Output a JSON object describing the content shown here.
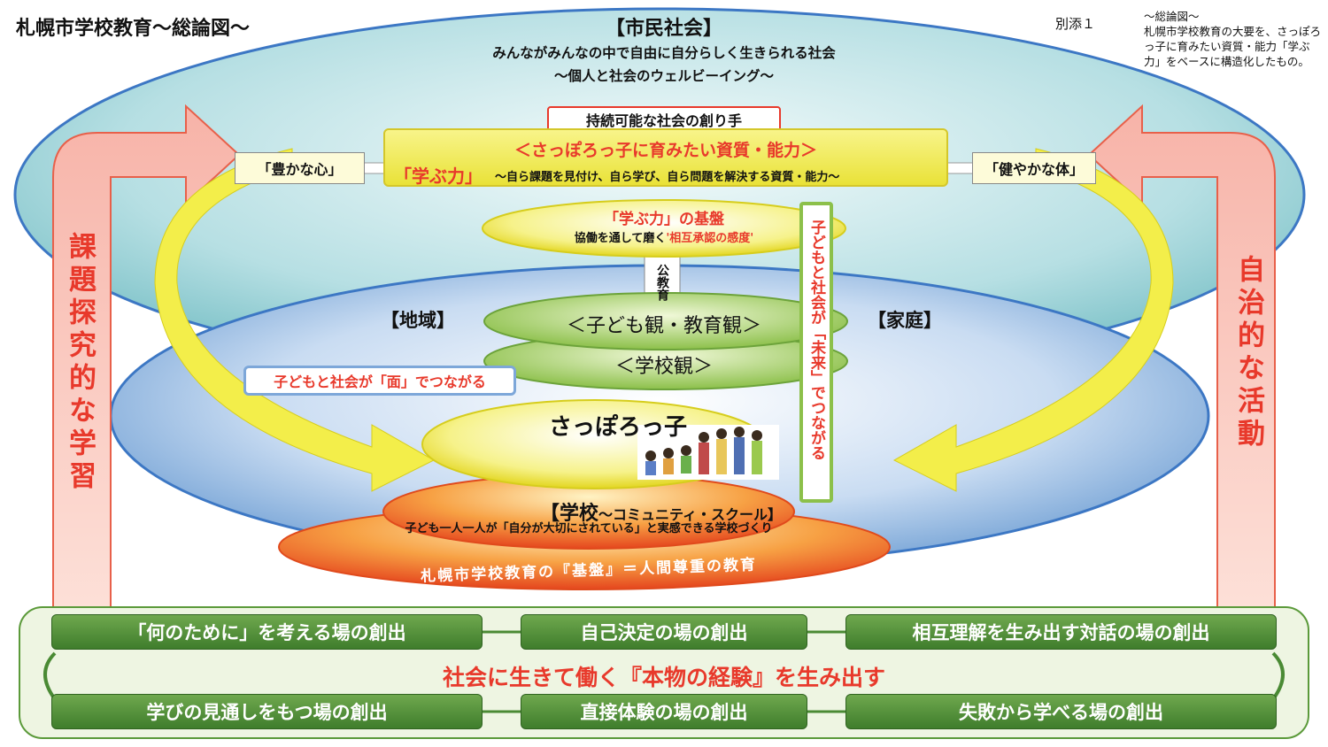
{
  "title": "札幌市学校教育～総論図～",
  "attachment": "別添１",
  "note": "～総論図～\n札幌市学校教育の大要を、さっぽろっ子に育みたい資質・能力「学ぶ力」をベースに構造化したもの。",
  "civil_society": {
    "title": "【市民社会】",
    "line1": "みんながみんなの中で自由に自分らしく生きられる社会",
    "line2": "～個人と社会のウェルビーイング～"
  },
  "sustainable": "持続可能な社会の創り手",
  "competence": {
    "heading": "＜さっぽろっ子に育みたい資質・能力＞",
    "manabu": "「学ぶ力」",
    "desc": "～自ら課題を見付け、自ら学び、自ら問題を解決する資質・能力～"
  },
  "rich_heart": "「豊かな心」",
  "healthy_body": "「健やかな体」",
  "foundation": {
    "title": "「学ぶ力」の基盤",
    "sub_prefix": "協働を通して磨く",
    "sub_highlight": "'相互承認の感度'"
  },
  "public_education": "公教育",
  "future_link": "子どもと社会が「未来」でつながる",
  "region": "【地域】",
  "home": "【家庭】",
  "child_view": "＜子ども観・教育観＞",
  "school_view": "＜学校観＞",
  "surface_link": "子どもと社会が「面」でつながる",
  "sapporo_kids": "さっぽろっ子",
  "school": {
    "title": "【学校",
    "cs": "～コミュニティ・スクール】",
    "sub": "子ども一人一人が「自分が大切にされている」と実感できる学校づくり"
  },
  "base": "札幌市学校教育の『基盤』＝人間尊重の教育",
  "inquiry": "課題探究的な学習",
  "autonomous": "自治的な活動",
  "bottom": {
    "center": "社会に生きて働く『本物の経験』を生み出す",
    "top_buttons": [
      "「何のために」を考える場の創出",
      "自己決定の場の創出",
      "相互理解を生み出す対話の場の創出"
    ],
    "bottom_buttons": [
      "学びの見通しをもつ場の創出",
      "直接体験の場の創出",
      "失敗から学べる場の創出"
    ]
  },
  "colors": {
    "accent_red": "#e8392b",
    "green": "#4a8a34",
    "yellow": "#f0ec3c"
  }
}
